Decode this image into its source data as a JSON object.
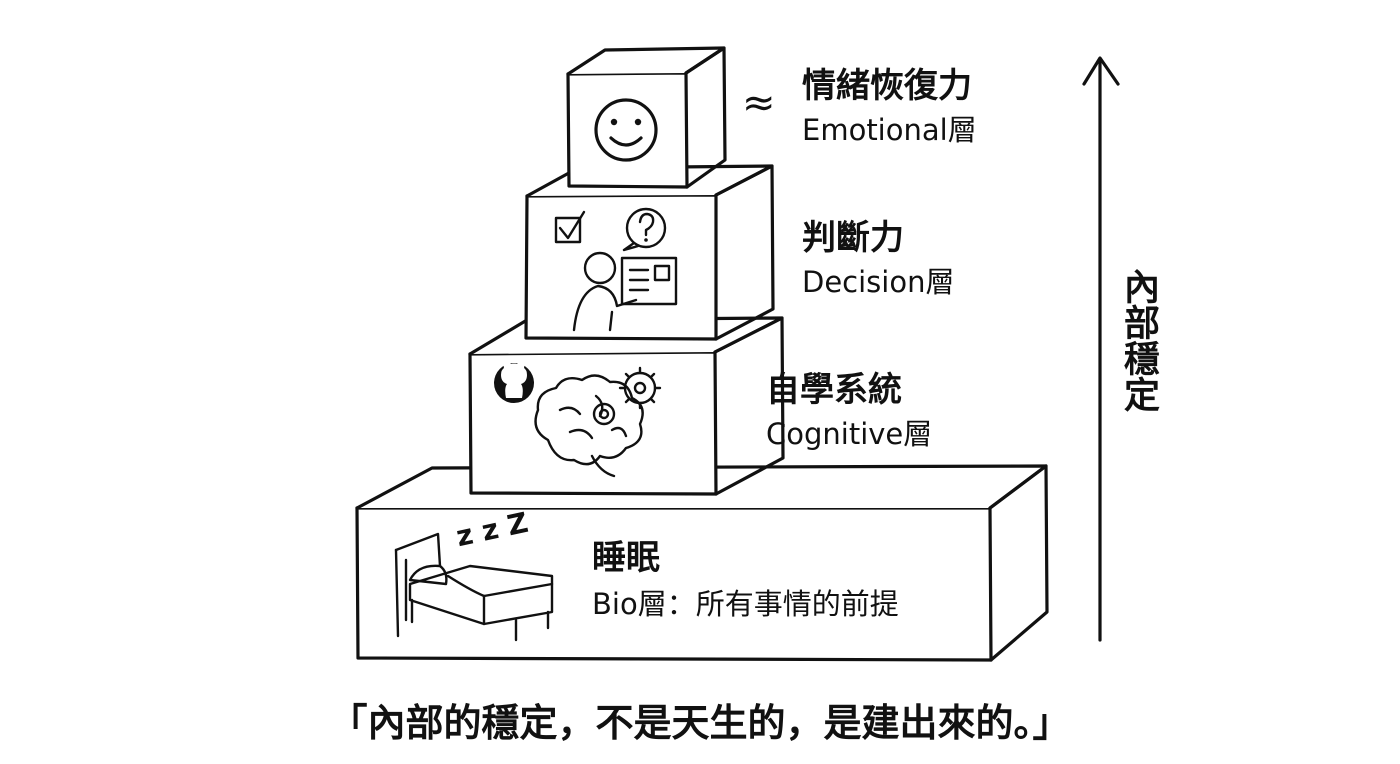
{
  "layers": [
    {
      "id": "emotional",
      "title": "情緒恢復力",
      "subtitle": "Emotional層",
      "prefix": "≈",
      "icon": "smiley-face-icon"
    },
    {
      "id": "decision",
      "title": "判斷力",
      "subtitle": "Decision層",
      "icon": "person-presenting-icon"
    },
    {
      "id": "cognitive",
      "title": "自學系統",
      "subtitle": "Cognitive層",
      "icon": "brain-gears-icon"
    },
    {
      "id": "bio",
      "title": "睡眠",
      "subtitle": "Bio層：所有事情的前提",
      "icon": "sleeping-bed-icon"
    }
  ],
  "zzz": "z z Z",
  "vertical_label": "內部穩定",
  "caption": "「內部的穩定，不是天生的，是建出來的。」"
}
